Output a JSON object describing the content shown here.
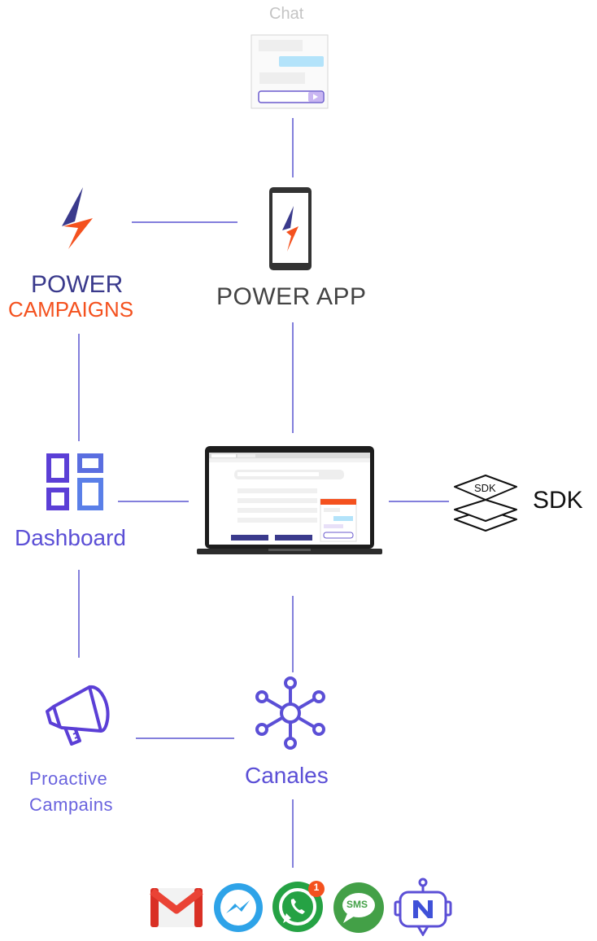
{
  "nodes": {
    "chat": {
      "label": "Chat"
    },
    "power_app": {
      "label": "POWER APP"
    },
    "power_campaigns": {
      "label_line1": "POWER",
      "label_line2": "CAMPAIGNS"
    },
    "dashboard": {
      "label": "Dashboard"
    },
    "sdk": {
      "label": "SDK",
      "icon_text": "SDK"
    },
    "proactive_campains": {
      "label_line1": "Proactive",
      "label_line2": "Campains"
    },
    "canales": {
      "label": "Canales"
    }
  },
  "channels": [
    {
      "name": "gmail-icon"
    },
    {
      "name": "messenger-icon"
    },
    {
      "name": "whatsapp-icon",
      "badge": "1"
    },
    {
      "name": "sms-icon",
      "text": "SMS"
    },
    {
      "name": "n-bot-icon"
    }
  ],
  "colors": {
    "navy": "#3a3a8c",
    "orange": "#f4511e",
    "purple_blue": "#5b4fd6",
    "line": "#5a55d0",
    "gray_text": "#444444",
    "chat_gray": "#c4c4c4"
  }
}
